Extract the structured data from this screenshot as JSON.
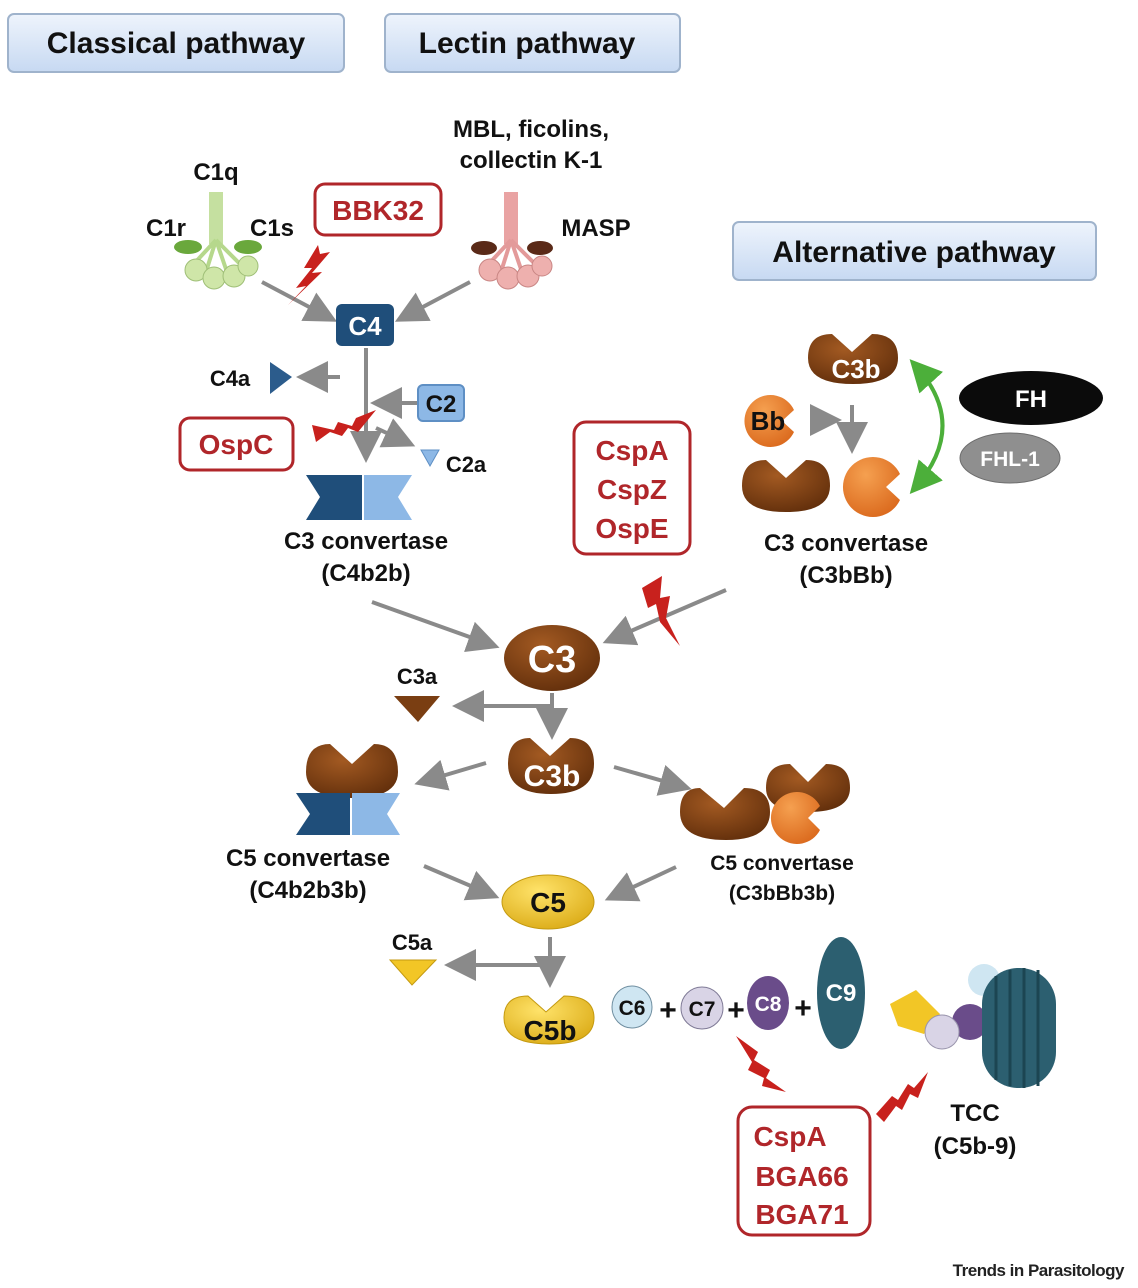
{
  "headers": {
    "classical": "Classical pathway",
    "lectin": "Lectin pathway",
    "alternative": "Alternative pathway"
  },
  "classical": {
    "c1q": "C1q",
    "c1r": "C1r",
    "c1s": "C1s",
    "c4": "C4",
    "c4a": "C4a",
    "c2": "C2",
    "c2a": "C2a",
    "convertase_line1": "C3 convertase",
    "convertase_line2": "(C4b2b)"
  },
  "lectin": {
    "line1": "MBL, ficolins,",
    "line2": "collectin K-1",
    "masp": "MASP"
  },
  "alternative": {
    "c3b": "C3b",
    "bb": "Bb",
    "fh": "FH",
    "fhl1": "FHL-1",
    "convertase_line1": "C3 convertase",
    "convertase_line2": "(C3bBb)"
  },
  "inhibitors": {
    "bbk32": "BBK32",
    "ospc": "OspC",
    "group1": [
      "CspA",
      "CspZ",
      "OspE"
    ],
    "group2": [
      "CspA",
      "BGA66",
      "BGA71"
    ]
  },
  "terminal": {
    "c3": "C3",
    "c3a": "C3a",
    "c3b": "C3b",
    "c5conv_classical_line1": "C5 convertase",
    "c5conv_classical_line2": "(C4b2b3b)",
    "c5conv_alt_line1": "C5 convertase",
    "c5conv_alt_line2": "(C3bBb3b)",
    "c5": "C5",
    "c5a": "C5a",
    "c5b": "C5b",
    "c6": "C6",
    "c7": "C7",
    "c8": "C8",
    "c9": "C9",
    "plus": "+",
    "tcc_line1": "TCC",
    "tcc_line2": "(C5b-9)"
  },
  "footer": {
    "credit": "Trends in Parasitology"
  },
  "colors": {
    "header_bg": "#d6e4f7",
    "inhibitor_red": "#b0262a",
    "c4_dark_blue": "#1f4e7a",
    "c2_light_blue": "#8db8e6",
    "c3_brown": "#7a3e12",
    "bb_orange": "#e8792a",
    "c5_yellow": "#f2c626",
    "c9_teal": "#2c5f70",
    "arrow_gray": "#8a8a8a",
    "green_arrow": "#4caf3a"
  }
}
